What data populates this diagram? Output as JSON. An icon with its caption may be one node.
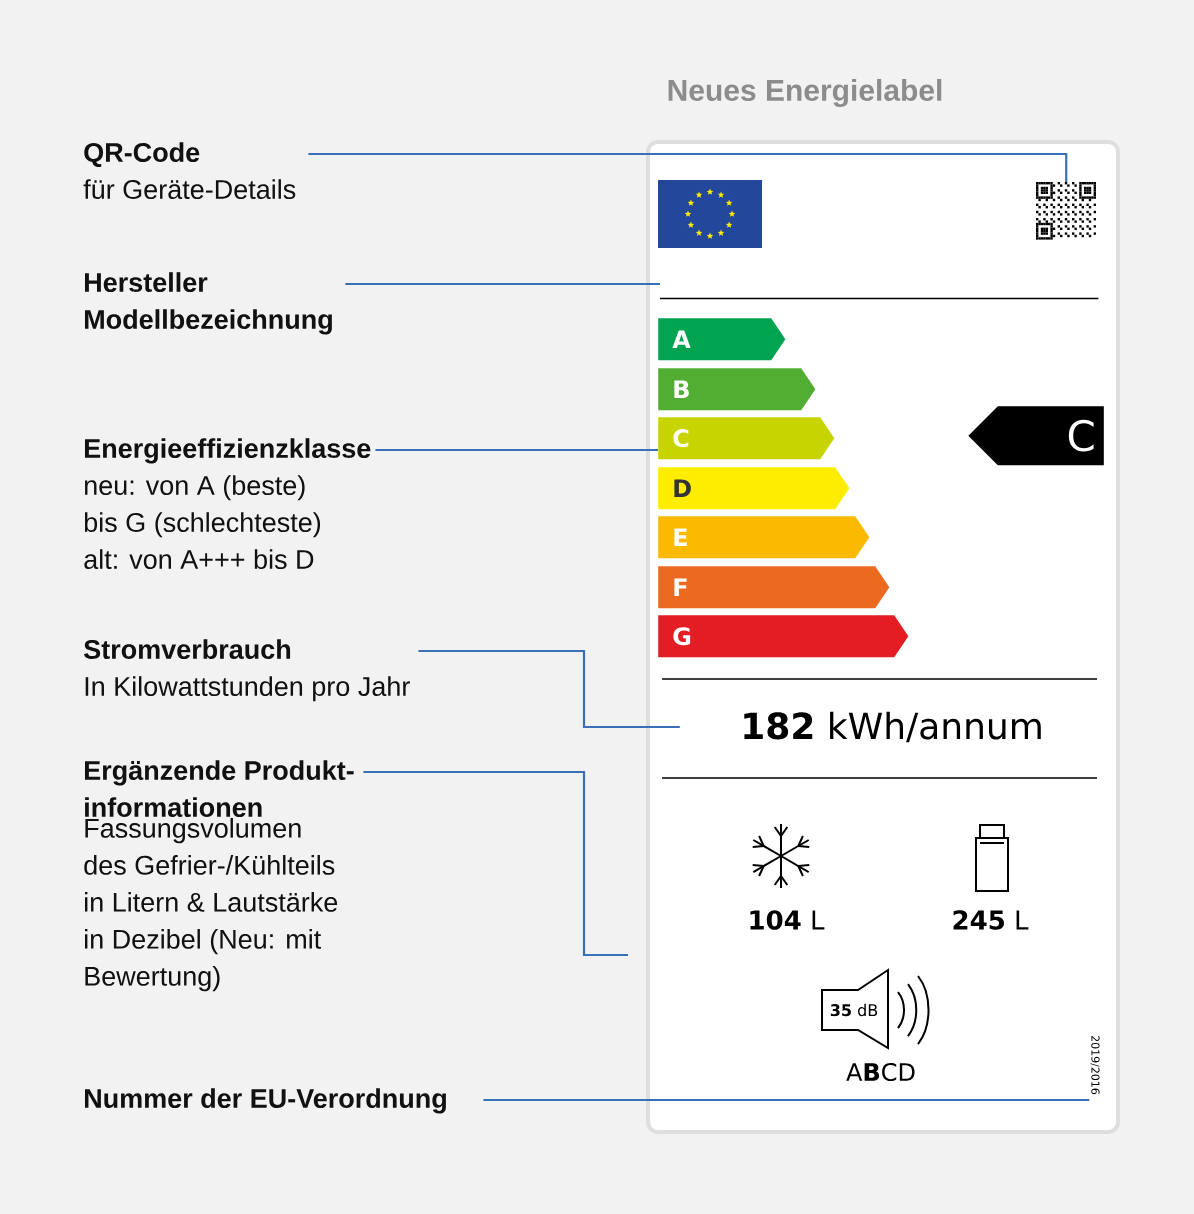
{
  "diagram": {
    "nodes": [
      {
        "text": [
          "QR-Code",
          "für Geräte-Details"
        ]
      },
      {
        "text": [
          "Hersteller Modellbezeichnung"
        ]
      },
      {
        "text": [
          "Energieeffizienzklasse",
          "neu: von A (beste) bis G (schlechteste) alt: von A+++ bis D"
        ]
      },
      {
        "text": [
          "Stromverbrauch",
          "In Kilowattstunden pro Jahr"
        ]
      },
      {
        "text": [
          "Ergänzende Produkt- informationen",
          "Fassungsvolumen des Gefrier-/Kühlteils in Litern & Lautstärke in Dezibel (Neu: mit Bewertung)"
        ]
      },
      {
        "text": [
          "Nummer der EU-Verordnung"
        ]
      },
      {
        "text": [
          "Neues Energielabel"
        ]
      },
      {
        "text": [],
        "shape": "picture",
        "in": 6
      },
      {
        "text": [],
        "shape": "bar",
        "in": 6
      },
      {
        "text": [
          "A"
        ],
        "in": 6
      },
      {
        "text": [
          "B"
        ],
        "in": 6
      },
      {
        "text": [
          "C"
        ],
        "in": 6
      },
      {
        "text": [
          "D"
        ],
        "in": 6
      },
      {
        "text": [
          "E"
        ],
        "in": 6
      },
      {
        "text": [
          "F"
        ],
        "in": 6
      },
      {
        "text": [
          "G"
        ],
        "in": 6
      },
      {
        "text": [
          "C"
        ],
        "in": 6
      },
      {
        "text": [
          "**182** kWh/annum"
        ],
        "in": 6
      },
      {
        "text": [
          "**104** L"
        ],
        "in": 6
      },
      {
        "text": [
          "**245** L"
        ],
        "in": 6
      },
      {
        "text": [
          "**35** dB",
          "A**B**CD"
        ],
        "in": 6
      },
      {
        "text": [
          "2019/2016"
        ],
        "in": 6
      }
    ],
    "edges": [
      {
        "from": 0,
        "to": 7,
        "arrow": "none"
      },
      {
        "from": 1,
        "to": 8,
        "arrow": "none"
      },
      {
        "from": 2,
        "to": 11,
        "arrow": "none"
      },
      {
        "from": 3,
        "to": 17,
        "arrow": "none"
      },
      {
        "from": 4,
        "to": null,
        "arrow": "none"
      },
      {
        "from": 5,
        "to": 21,
        "arrow": "none"
      }
    ]
  }
}
